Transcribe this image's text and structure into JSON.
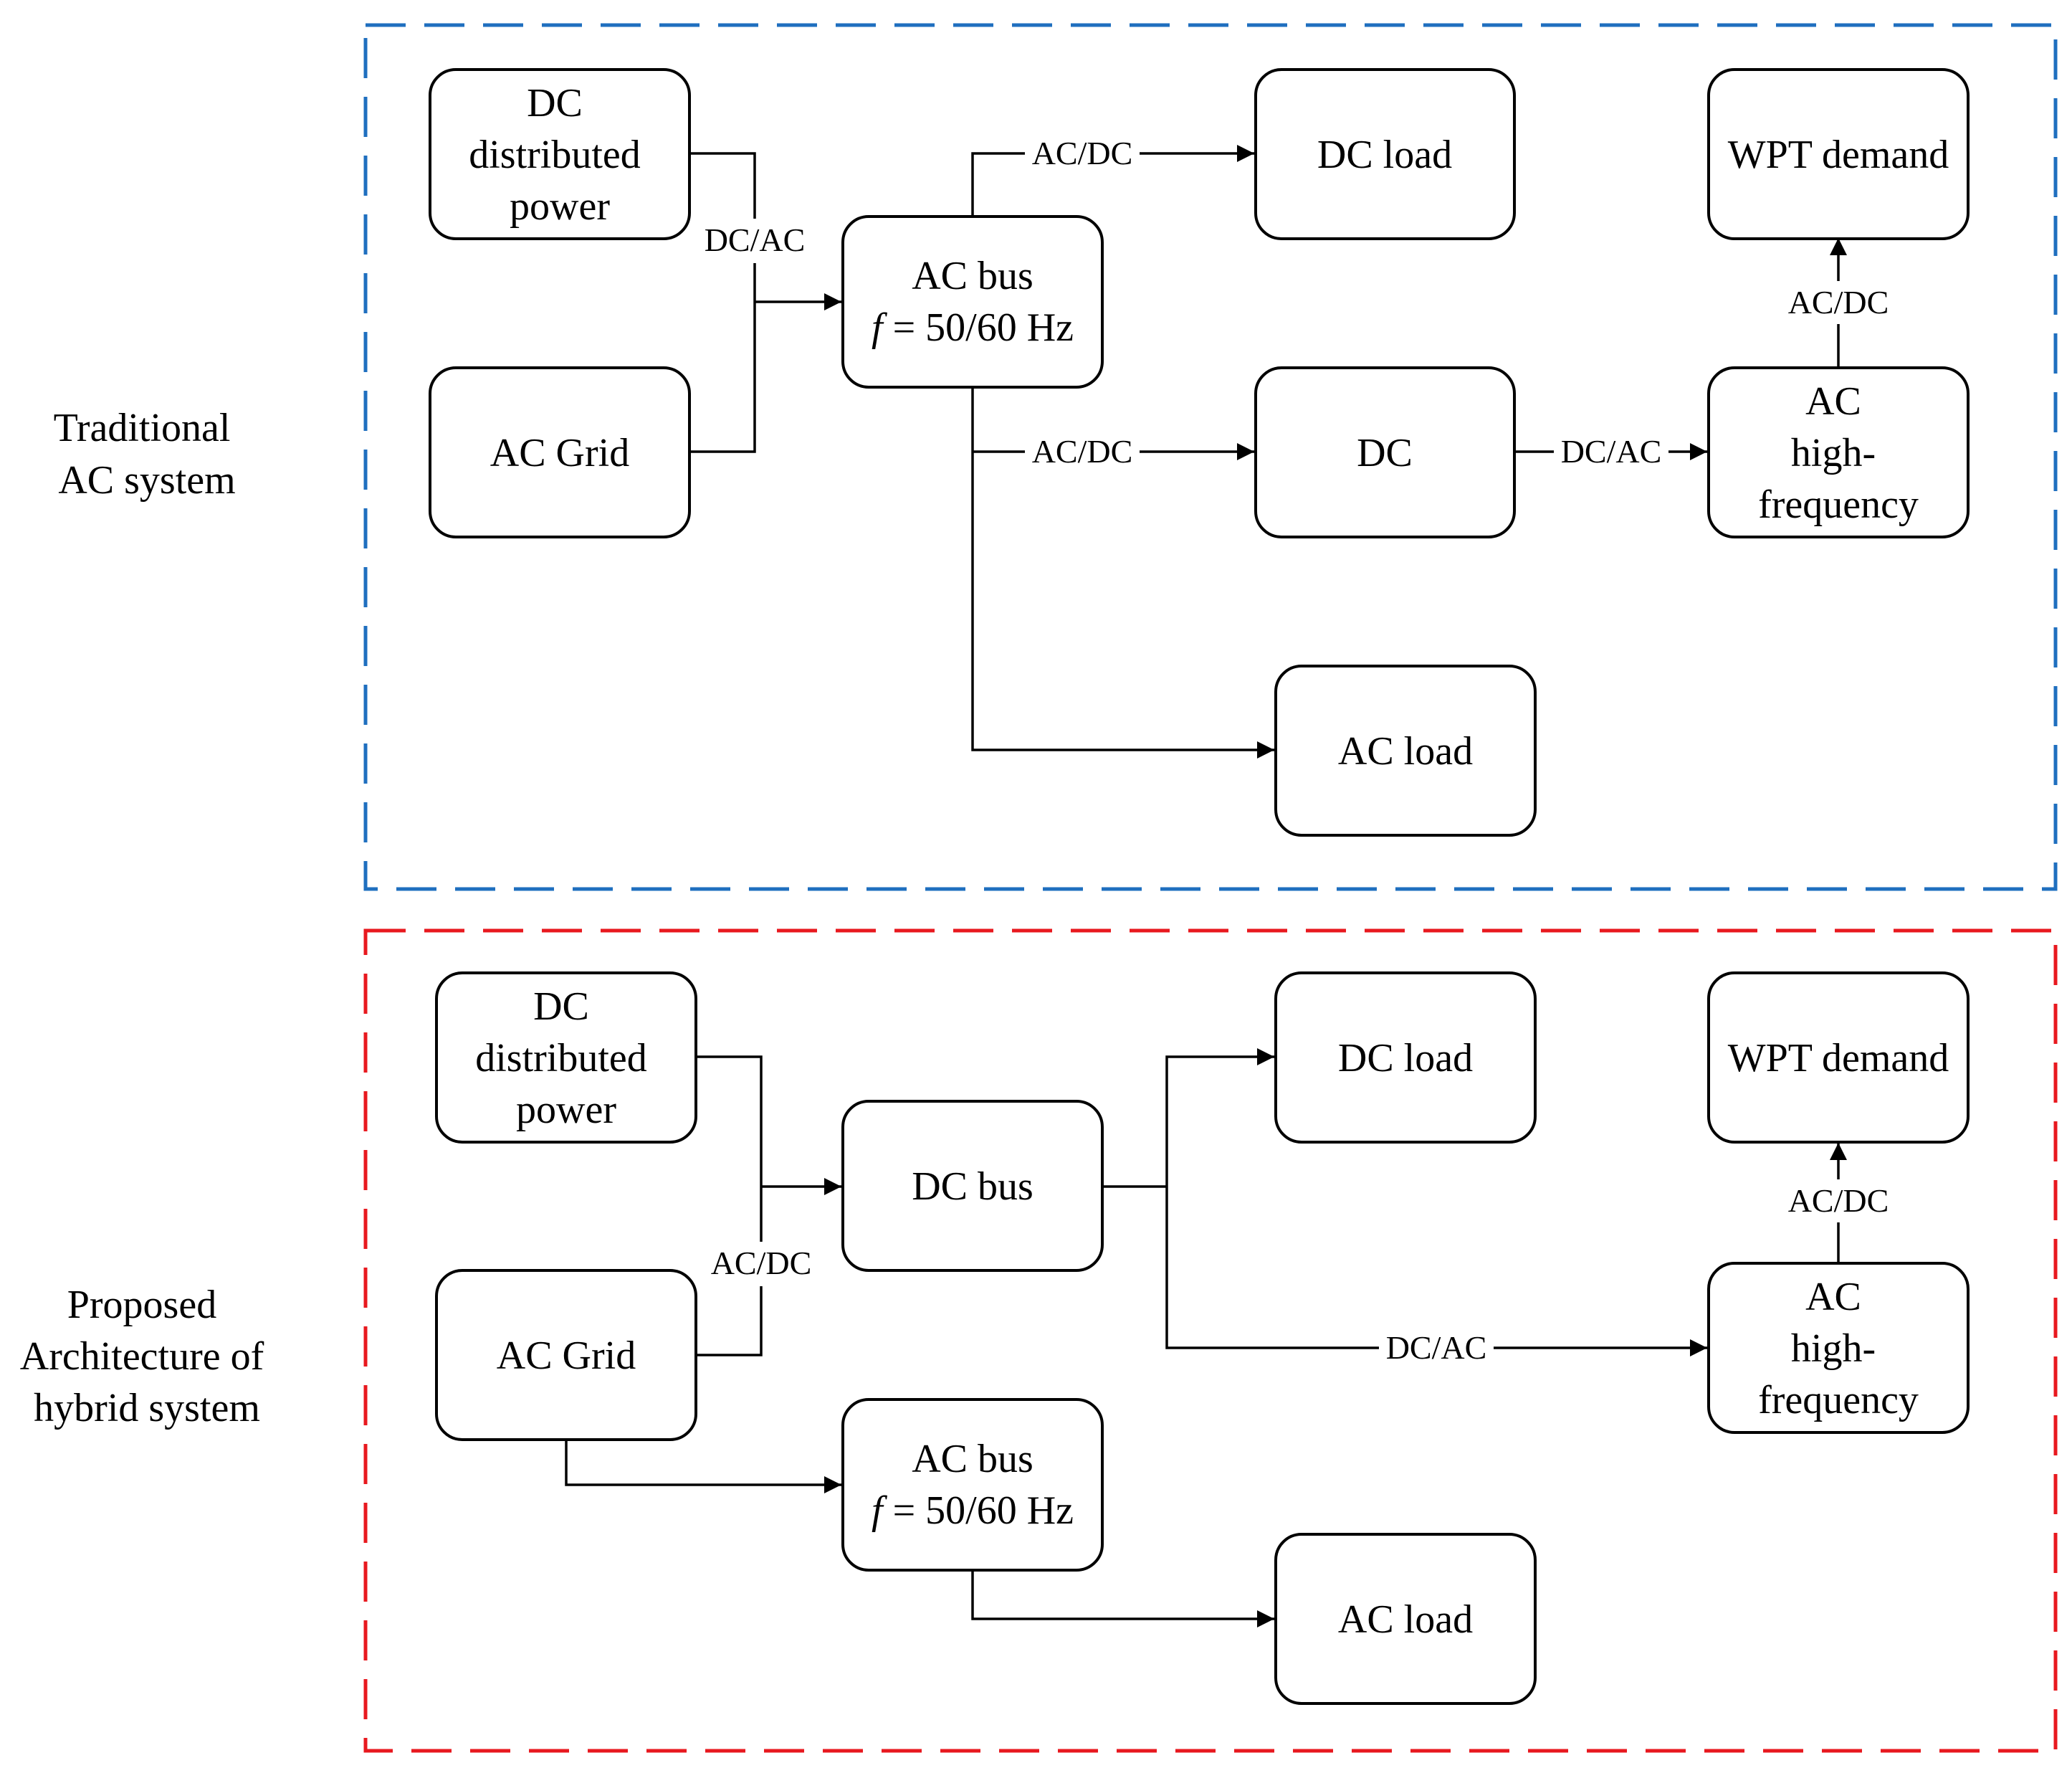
{
  "colors": {
    "traditional_frame": "#1f6fbf",
    "proposed_frame": "#e8191f",
    "line": "#000000"
  },
  "traditional": {
    "label": [
      "Traditional",
      "AC system"
    ],
    "dc_distributed_power": [
      "DC",
      "distributed",
      "power"
    ],
    "ac_grid": "AC Grid",
    "ac_bus": {
      "line1": "AC bus",
      "f": "f",
      "line2_rest": " = 50/60 Hz"
    },
    "dc_load": "DC load",
    "dc": "DC",
    "wpt_demand": "WPT demand",
    "ac_high_frequency": [
      "AC",
      "high-",
      "frequency"
    ],
    "ac_load": "AC load",
    "conv_dcac_in": "DC/AC",
    "conv_acdc_dcload": "AC/DC",
    "conv_acdc_dc": "AC/DC",
    "conv_dcac_hf": "DC/AC",
    "conv_acdc_wpt": "AC/DC"
  },
  "proposed": {
    "label": [
      "Proposed",
      "Architecture of",
      "hybrid system"
    ],
    "dc_distributed_power": [
      "DC",
      "distributed",
      "power"
    ],
    "ac_grid": "AC Grid",
    "dc_bus": "DC bus",
    "ac_bus": {
      "line1": "AC bus",
      "f": "f",
      "line2_rest": " = 50/60 Hz"
    },
    "dc_load": "DC load",
    "wpt_demand": "WPT demand",
    "ac_high_frequency": [
      "AC",
      "high-",
      "frequency"
    ],
    "ac_load": "AC load",
    "conv_acdc_in": "AC/DC",
    "conv_dcac_hf": "DC/AC",
    "conv_acdc_wpt": "AC/DC"
  }
}
